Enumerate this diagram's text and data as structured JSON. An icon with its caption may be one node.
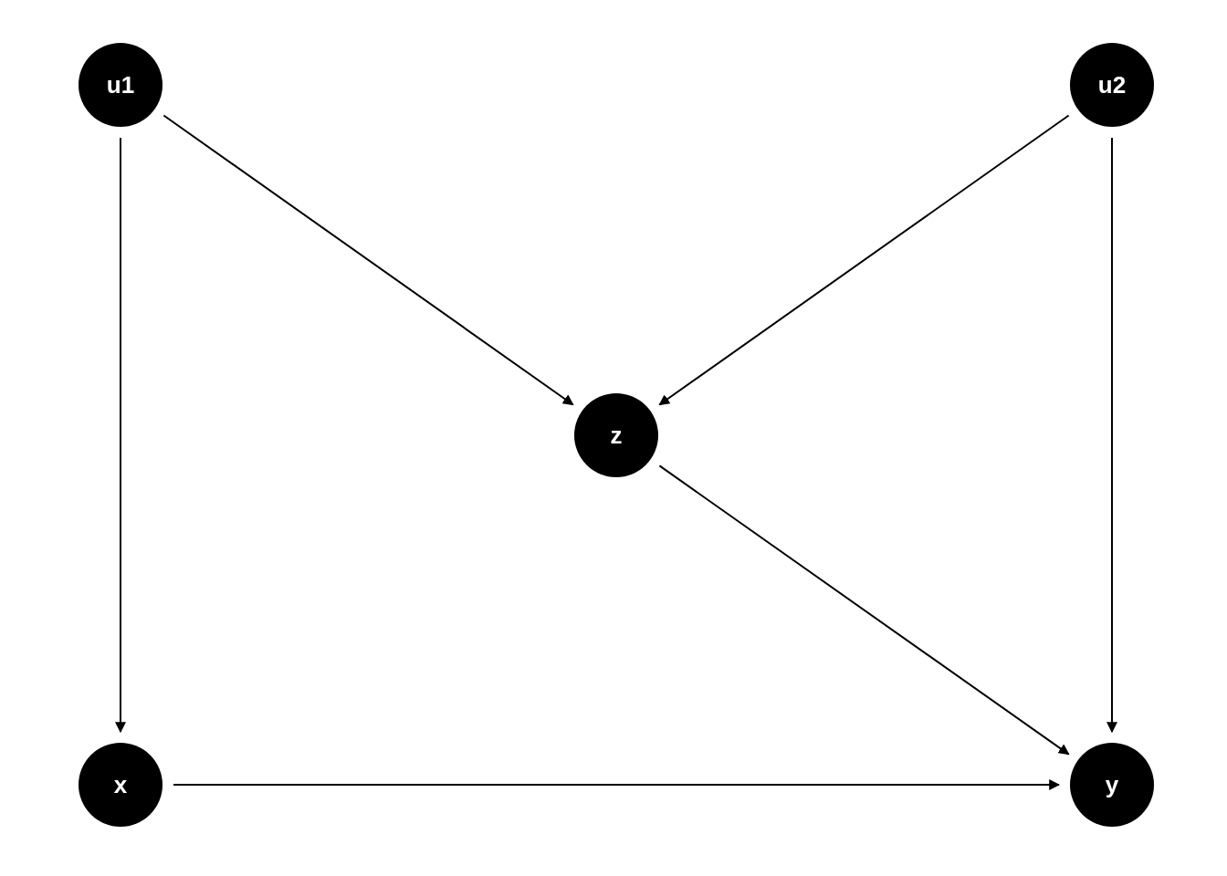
{
  "diagram": {
    "nodes": [
      {
        "text": [
          "u1"
        ]
      },
      {
        "text": [
          "u2"
        ]
      },
      {
        "text": [
          "z"
        ]
      },
      {
        "text": [
          "x"
        ]
      },
      {
        "text": [
          "y"
        ]
      }
    ],
    "edges": [
      {
        "from": 0,
        "to": 2,
        "arrow": "to"
      },
      {
        "from": 1,
        "to": 2,
        "arrow": "to"
      },
      {
        "from": 0,
        "to": 3,
        "arrow": "to"
      },
      {
        "from": 1,
        "to": 4,
        "arrow": "to"
      },
      {
        "from": 2,
        "to": 4,
        "arrow": "to"
      },
      {
        "from": 3,
        "to": 4,
        "arrow": "to"
      }
    ]
  }
}
